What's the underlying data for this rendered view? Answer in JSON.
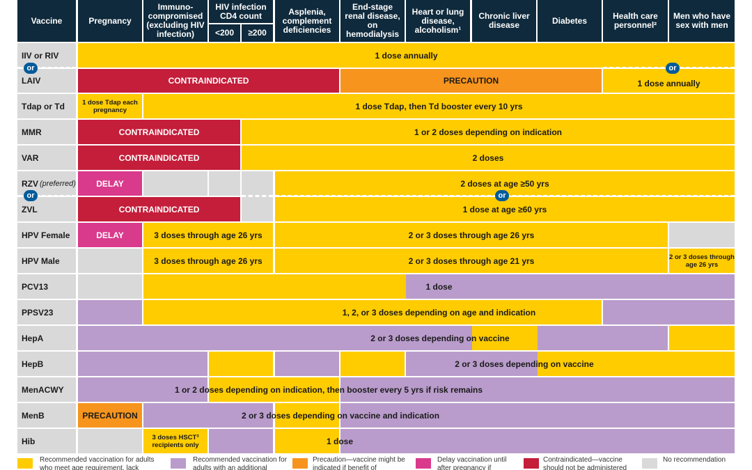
{
  "colors": {
    "yellow": "#ffcc00",
    "purple": "#b99ccb",
    "orange": "#f7941d",
    "pink": "#da3a8c",
    "red": "#c41e3a",
    "gray": "#d9d9d9",
    "header": "#0f2a3c",
    "or_badge": "#005b9a"
  },
  "headers": {
    "vaccine": "Vaccine",
    "pregnancy": "Pregnancy",
    "immuno": "Immuno-compromised (excluding HIV infection)",
    "hiv": "HIV infection CD4 count",
    "hiv_lt200": "<200",
    "hiv_ge200": "≥200",
    "asplenia": "Asplenia, complement deficiencies",
    "renal": "End-stage renal disease, on hemodialysis",
    "heart": "Heart or lung disease, alcoholism¹",
    "liver": "Chronic liver disease",
    "diabetes": "Diabetes",
    "hcp": "Health care personnel²",
    "msm": "Men who have sex with men"
  },
  "or_label": "or",
  "rows": [
    {
      "label": "IIV or RIV",
      "segments": [
        {
          "text": "1 dose annually"
        }
      ]
    },
    {
      "label": "LAIV",
      "segments": [
        {
          "text": "CONTRAINDICATED"
        },
        {
          "text": "PRECAUTION"
        },
        {
          "text": "1 dose annually"
        }
      ]
    },
    {
      "label": "Tdap or Td",
      "segments": [
        {
          "text": "1 dose Tdap each pregnancy"
        },
        {
          "text": "1 dose Tdap, then Td booster every 10 yrs"
        }
      ]
    },
    {
      "label": "MMR",
      "segments": [
        {
          "text": "CONTRAINDICATED"
        },
        {
          "text": "1 or 2 doses depending on indication"
        }
      ]
    },
    {
      "label": "VAR",
      "segments": [
        {
          "text": "CONTRAINDICATED"
        },
        {
          "text": "2 doses"
        }
      ]
    },
    {
      "label": "RZV",
      "note": "(preferred)",
      "segments": [
        {
          "text": "DELAY"
        },
        {
          "text": "2 doses at age ≥50 yrs"
        }
      ]
    },
    {
      "label": "ZVL",
      "segments": [
        {
          "text": "CONTRAINDICATED"
        },
        {
          "text": "1 dose at age ≥60 yrs"
        }
      ]
    },
    {
      "label": "HPV Female",
      "segments": [
        {
          "text": "DELAY"
        },
        {
          "text": "3 doses through age 26 yrs"
        },
        {
          "text": "2 or 3 doses through age 26 yrs"
        }
      ]
    },
    {
      "label": "HPV Male",
      "segments": [
        {
          "text": "3 doses through age 26 yrs"
        },
        {
          "text": "2 or 3 doses through age 21 yrs"
        },
        {
          "text": "2 or 3 doses through age 26 yrs"
        }
      ]
    },
    {
      "label": "PCV13",
      "segments": [
        {
          "text": "1 dose"
        }
      ]
    },
    {
      "label": "PPSV23",
      "segments": [
        {
          "text": "1, 2, or 3 doses depending on age and indication"
        }
      ]
    },
    {
      "label": "HepA",
      "segments": [
        {
          "text": "2 or 3 doses depending on vaccine"
        }
      ]
    },
    {
      "label": "HepB",
      "segments": [
        {
          "text": "2 or 3 doses depending on vaccine"
        }
      ]
    },
    {
      "label": "MenACWY",
      "segments": [
        {
          "text": "1 or 2 doses depending on indication, then booster every 5 yrs if risk remains"
        }
      ]
    },
    {
      "label": "MenB",
      "segments": [
        {
          "text": "PRECAUTION"
        },
        {
          "text": "2 or 3 doses depending on vaccine and indication"
        }
      ]
    },
    {
      "label": "Hib",
      "segments": [
        {
          "text": "3 doses HSCT³ recipients only"
        },
        {
          "text": "1 dose"
        }
      ]
    }
  ],
  "legend": [
    {
      "color": "yellow",
      "text": "Recommended vaccination for adults who meet age requirement, lack"
    },
    {
      "color": "purple",
      "text": "Recommended vaccination for adults with an additional"
    },
    {
      "color": "orange",
      "text": "Precaution—vaccine might be indicated if benefit of"
    },
    {
      "color": "pink",
      "text": "Delay vaccination until after pregnancy if"
    },
    {
      "color": "red",
      "text": "Contraindicated—vaccine should not be administered"
    },
    {
      "color": "gray",
      "text": "No recommendation"
    }
  ]
}
